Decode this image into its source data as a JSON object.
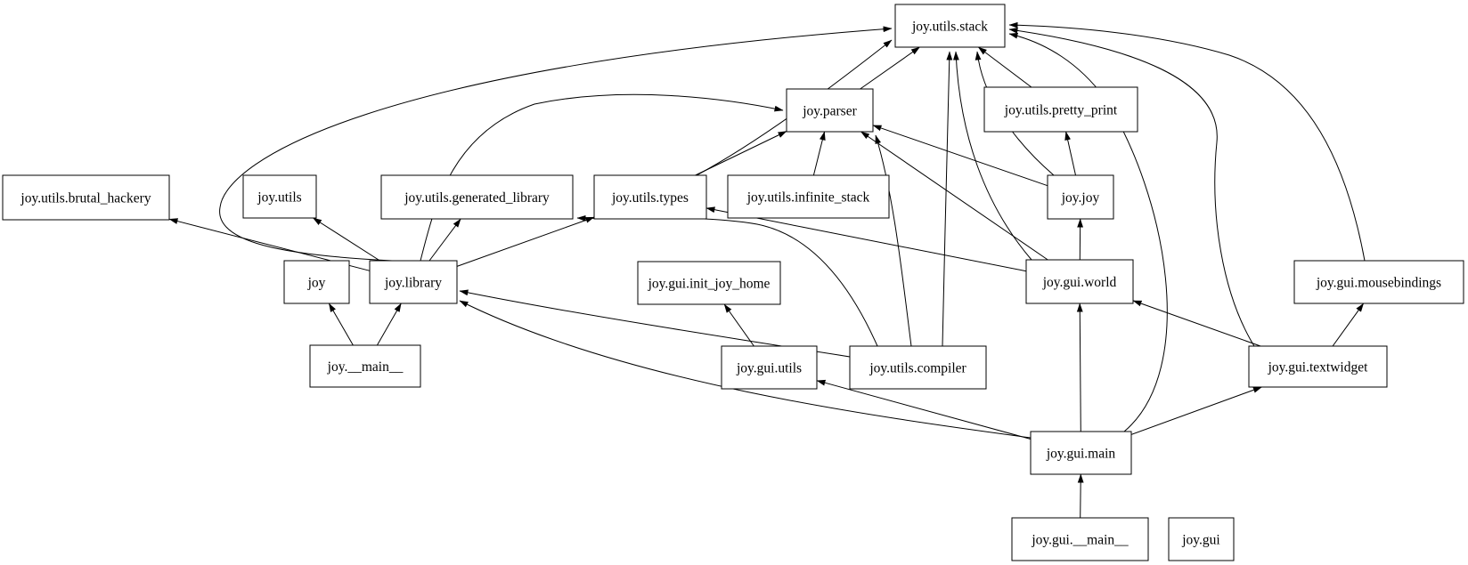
{
  "diagram": {
    "kind": "module-dependency-graph",
    "package": "joy",
    "background_color": "#ffffff",
    "node_fill_color": "#ffffff",
    "node_border_color": "#000000",
    "edge_color": "#000000",
    "text_color": "#000000",
    "nodes": [
      {
        "id": "joy.utils.stack",
        "label": "joy.utils.stack"
      },
      {
        "id": "joy.parser",
        "label": "joy.parser"
      },
      {
        "id": "joy.utils.pretty_print",
        "label": "joy.utils.pretty_print"
      },
      {
        "id": "joy.utils.brutal_hackery",
        "label": "joy.utils.brutal_hackery"
      },
      {
        "id": "joy.utils",
        "label": "joy.utils"
      },
      {
        "id": "joy.utils.generated_library",
        "label": "joy.utils.generated_library"
      },
      {
        "id": "joy.utils.types",
        "label": "joy.utils.types"
      },
      {
        "id": "joy.utils.infinite_stack",
        "label": "joy.utils.infinite_stack"
      },
      {
        "id": "joy.joy",
        "label": "joy.joy"
      },
      {
        "id": "joy",
        "label": "joy"
      },
      {
        "id": "joy.library",
        "label": "joy.library"
      },
      {
        "id": "joy.gui.init_joy_home",
        "label": "joy.gui.init_joy_home"
      },
      {
        "id": "joy.gui.world",
        "label": "joy.gui.world"
      },
      {
        "id": "joy.gui.mousebindings",
        "label": "joy.gui.mousebindings"
      },
      {
        "id": "joy.__main__",
        "label": "joy.__main__"
      },
      {
        "id": "joy.gui.utils",
        "label": "joy.gui.utils"
      },
      {
        "id": "joy.utils.compiler",
        "label": "joy.utils.compiler"
      },
      {
        "id": "joy.gui.textwidget",
        "label": "joy.gui.textwidget"
      },
      {
        "id": "joy.gui.main",
        "label": "joy.gui.main"
      },
      {
        "id": "joy.gui.__main__",
        "label": "joy.gui.__main__"
      },
      {
        "id": "joy.gui",
        "label": "joy.gui"
      }
    ],
    "edges": [
      {
        "from": "joy.__main__",
        "to": "joy"
      },
      {
        "from": "joy.__main__",
        "to": "joy.library"
      },
      {
        "from": "joy.library",
        "to": "joy.utils.brutal_hackery"
      },
      {
        "from": "joy.library",
        "to": "joy.utils"
      },
      {
        "from": "joy.library",
        "to": "joy.utils.generated_library"
      },
      {
        "from": "joy.library",
        "to": "joy.utils.types"
      },
      {
        "from": "joy.library",
        "to": "joy.parser"
      },
      {
        "from": "joy.library",
        "to": "joy.utils.stack"
      },
      {
        "from": "joy.parser",
        "to": "joy.utils.stack"
      },
      {
        "from": "joy.utils.types",
        "to": "joy.parser"
      },
      {
        "from": "joy.utils.types",
        "to": "joy.utils.stack"
      },
      {
        "from": "joy.utils.infinite_stack",
        "to": "joy.parser"
      },
      {
        "from": "joy.joy",
        "to": "joy.parser"
      },
      {
        "from": "joy.joy",
        "to": "joy.utils.pretty_print"
      },
      {
        "from": "joy.joy",
        "to": "joy.utils.stack"
      },
      {
        "from": "joy.utils.pretty_print",
        "to": "joy.utils.stack"
      },
      {
        "from": "joy.utils.compiler",
        "to": "joy.parser"
      },
      {
        "from": "joy.utils.compiler",
        "to": "joy.utils.stack"
      },
      {
        "from": "joy.utils.compiler",
        "to": "joy.utils.generated_library"
      },
      {
        "from": "joy.utils.compiler",
        "to": "joy.library"
      },
      {
        "from": "joy.gui.world",
        "to": "joy.joy"
      },
      {
        "from": "joy.gui.world",
        "to": "joy.parser"
      },
      {
        "from": "joy.gui.world",
        "to": "joy.utils.types"
      },
      {
        "from": "joy.gui.world",
        "to": "joy.utils.stack"
      },
      {
        "from": "joy.gui.utils",
        "to": "joy.gui.init_joy_home"
      },
      {
        "from": "joy.gui.main",
        "to": "joy.gui.utils"
      },
      {
        "from": "joy.gui.main",
        "to": "joy.library"
      },
      {
        "from": "joy.gui.main",
        "to": "joy.gui.world"
      },
      {
        "from": "joy.gui.main",
        "to": "joy.gui.textwidget"
      },
      {
        "from": "joy.gui.main",
        "to": "joy.utils.stack"
      },
      {
        "from": "joy.gui.__main__",
        "to": "joy.gui.main"
      },
      {
        "from": "joy.gui.textwidget",
        "to": "joy.utils.stack"
      },
      {
        "from": "joy.gui.textwidget",
        "to": "joy.gui.world"
      },
      {
        "from": "joy.gui.textwidget",
        "to": "joy.gui.mousebindings"
      },
      {
        "from": "joy.gui.mousebindings",
        "to": "joy.utils.stack"
      }
    ]
  }
}
